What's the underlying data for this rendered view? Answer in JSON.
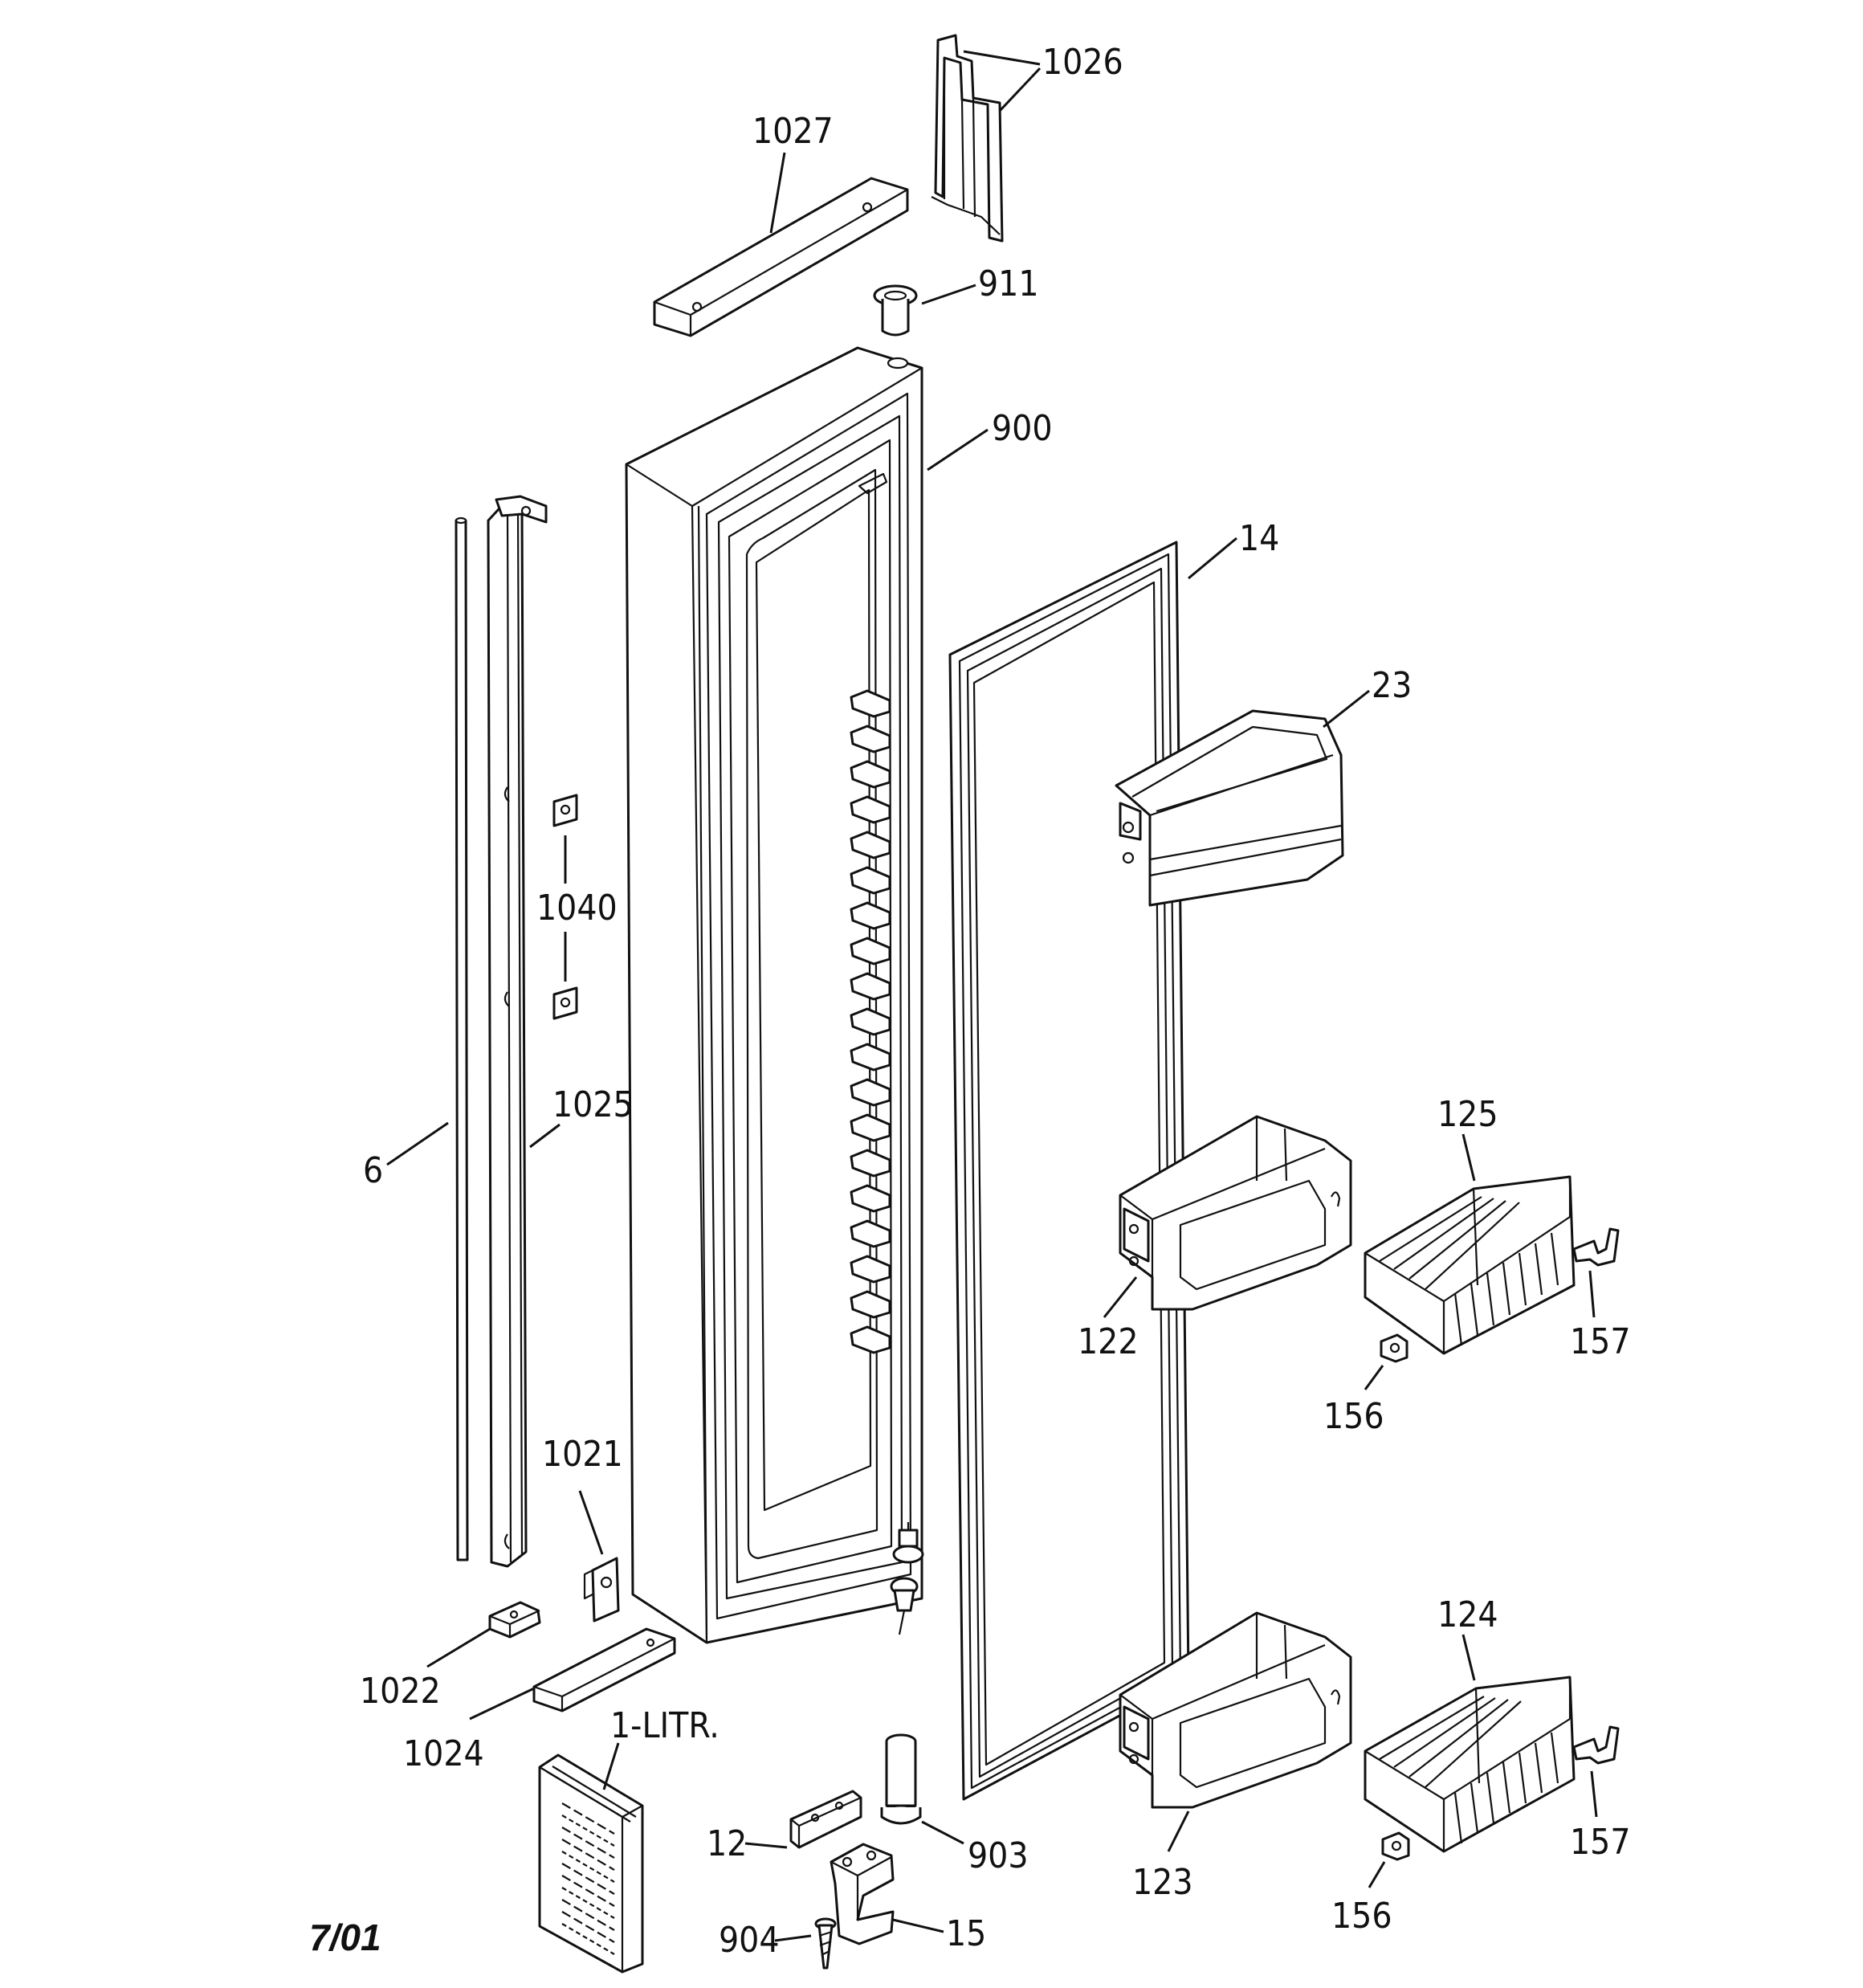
{
  "diagram": {
    "date_code": "7/01",
    "labels": {
      "p1026": "1026",
      "p1027": "1027",
      "p911": "911",
      "p900": "900",
      "p14": "14",
      "p23": "23",
      "p1040": "1040",
      "p1025": "1025",
      "p6": "6",
      "p125": "125",
      "p157a": "157",
      "p122": "122",
      "p156a": "156",
      "p1021": "1021",
      "p1022": "1022",
      "p1024": "1024",
      "p1litr": "1-LITR.",
      "p124": "124",
      "p157b": "157",
      "p12": "12",
      "p903": "903",
      "p123": "123",
      "p156b": "156",
      "p904": "904",
      "p15": "15"
    }
  }
}
